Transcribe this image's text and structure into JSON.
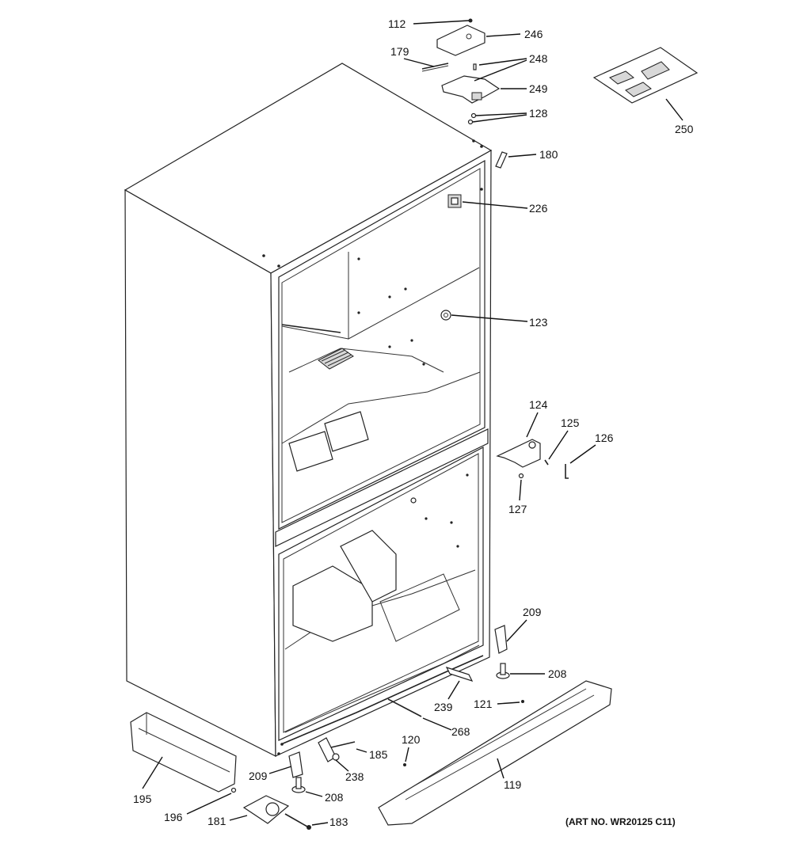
{
  "diagram": {
    "art_number": "(ART NO. WR20125 C11)",
    "callouts": [
      {
        "id": "c112",
        "text": "112"
      },
      {
        "id": "c246",
        "text": "246"
      },
      {
        "id": "c179",
        "text": "179"
      },
      {
        "id": "c248",
        "text": "248"
      },
      {
        "id": "c249",
        "text": "249"
      },
      {
        "id": "c128",
        "text": "128"
      },
      {
        "id": "c250",
        "text": "250"
      },
      {
        "id": "c180",
        "text": "180"
      },
      {
        "id": "c226",
        "text": "226"
      },
      {
        "id": "c123",
        "text": "123"
      },
      {
        "id": "c124",
        "text": "124"
      },
      {
        "id": "c125",
        "text": "125"
      },
      {
        "id": "c126",
        "text": "126"
      },
      {
        "id": "c127",
        "text": "127"
      },
      {
        "id": "c209a",
        "text": "209"
      },
      {
        "id": "c208a",
        "text": "208"
      },
      {
        "id": "c239",
        "text": "239"
      },
      {
        "id": "c121",
        "text": "121"
      },
      {
        "id": "c268",
        "text": "268"
      },
      {
        "id": "c120",
        "text": "120"
      },
      {
        "id": "c185",
        "text": "185"
      },
      {
        "id": "c238",
        "text": "238"
      },
      {
        "id": "c209b",
        "text": "209"
      },
      {
        "id": "c208b",
        "text": "208"
      },
      {
        "id": "c195",
        "text": "195"
      },
      {
        "id": "c196",
        "text": "196"
      },
      {
        "id": "c181",
        "text": "181"
      },
      {
        "id": "c183",
        "text": "183"
      },
      {
        "id": "c119",
        "text": "119"
      }
    ]
  }
}
